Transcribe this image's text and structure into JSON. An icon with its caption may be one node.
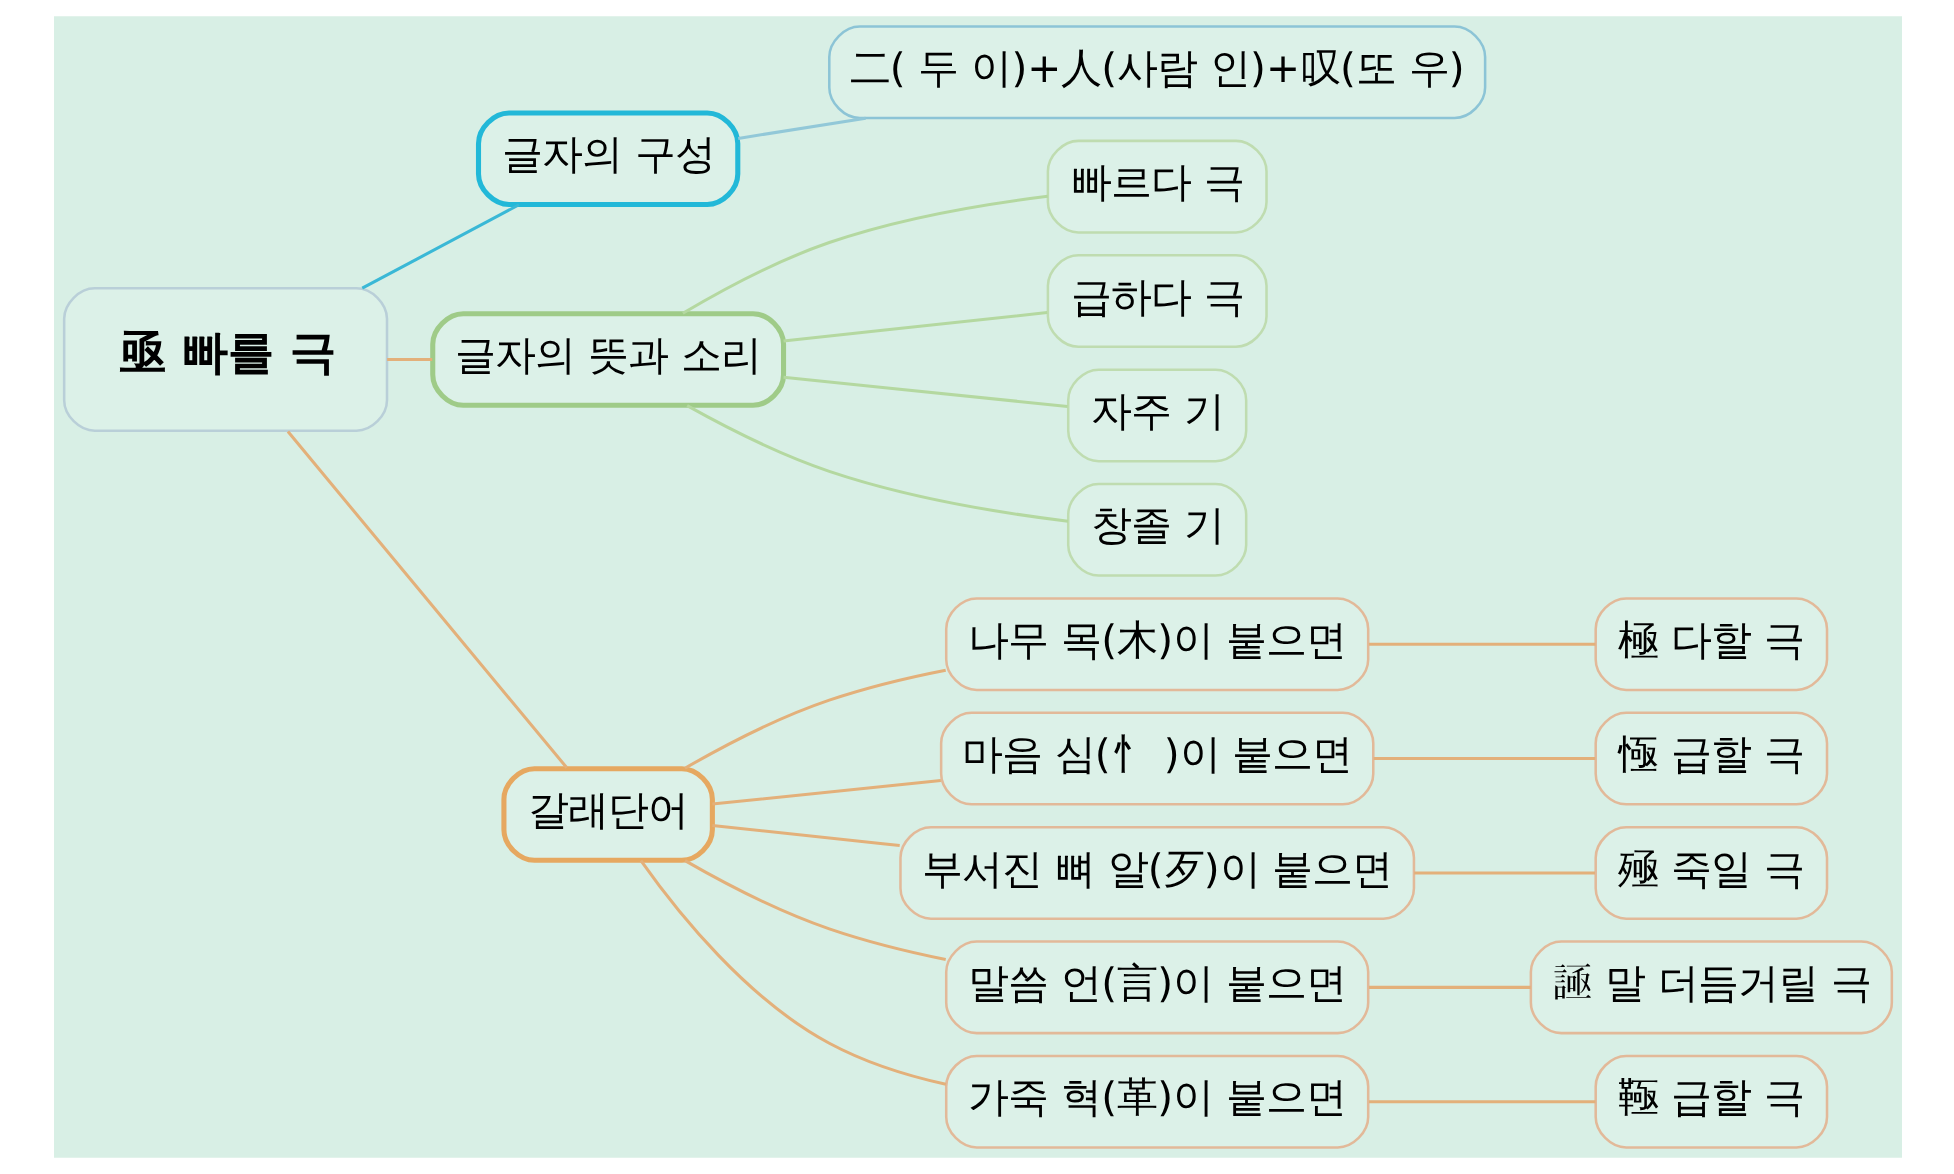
{
  "diagram": {
    "nodes": [
      {
        "text": [
          "亟 빠를 극"
        ]
      },
      {
        "text": [
          "글자의 구성"
        ]
      },
      {
        "text": [
          "二( 두 이)+人(사람 인)+叹(또 우)"
        ]
      },
      {
        "text": [
          "글자의 뜻과 소리"
        ]
      },
      {
        "text": [
          "빠르다 극"
        ]
      },
      {
        "text": [
          "급하다 극"
        ]
      },
      {
        "text": [
          "자주 기"
        ]
      },
      {
        "text": [
          "창졸 기"
        ]
      },
      {
        "text": [
          "갈래단어"
        ]
      },
      {
        "text": [
          "나무 목(木)이 붙으면"
        ]
      },
      {
        "text": [
          "極 다할 극"
        ]
      },
      {
        "text": [
          "마음 심(忄 )이 붙으면"
        ]
      },
      {
        "text": [
          "㥛 급할 극"
        ]
      },
      {
        "text": [
          "부서진 뼈 알(歹)이 붙으면"
        ]
      },
      {
        "text": [
          "殛 죽일 극"
        ]
      },
      {
        "text": [
          "말씀 언(言)이 붙으면"
        ]
      },
      {
        "text": [
          "𧩦 말 더듬거릴 극"
        ]
      },
      {
        "text": [
          "가죽 혁(革)이 붙으면"
        ]
      },
      {
        "text": [
          "䩯 급할 극"
        ]
      }
    ],
    "edges": [
      {
        "from": 0,
        "to": 1,
        "arrow": "none",
        "color": "#3ab8d6"
      },
      {
        "from": 1,
        "to": 2,
        "arrow": "none",
        "color": "#92c8d8"
      },
      {
        "from": 0,
        "to": 3,
        "arrow": "none"
      },
      {
        "from": 3,
        "to": 4,
        "arrow": "none",
        "color": "#b4d8a0"
      },
      {
        "from": 3,
        "to": 5,
        "arrow": "none",
        "color": "#b4d8a0"
      },
      {
        "from": 3,
        "to": 6,
        "arrow": "none",
        "color": "#b4d8a0"
      },
      {
        "from": 3,
        "to": 7,
        "arrow": "none",
        "color": "#b4d8a0"
      },
      {
        "from": 0,
        "to": 8,
        "arrow": "none"
      },
      {
        "from": 8,
        "to": 9,
        "arrow": "none"
      },
      {
        "from": 9,
        "to": 10,
        "arrow": "none"
      },
      {
        "from": 8,
        "to": 11,
        "arrow": "none"
      },
      {
        "from": 11,
        "to": 12,
        "arrow": "none"
      },
      {
        "from": 8,
        "to": 13,
        "arrow": "none"
      },
      {
        "from": 13,
        "to": 14,
        "arrow": "none"
      },
      {
        "from": 8,
        "to": 15,
        "arrow": "none"
      },
      {
        "from": 15,
        "to": 16,
        "arrow": "none"
      },
      {
        "from": 8,
        "to": 17,
        "arrow": "none"
      },
      {
        "from": 17,
        "to": 18,
        "arrow": "none"
      }
    ]
  }
}
